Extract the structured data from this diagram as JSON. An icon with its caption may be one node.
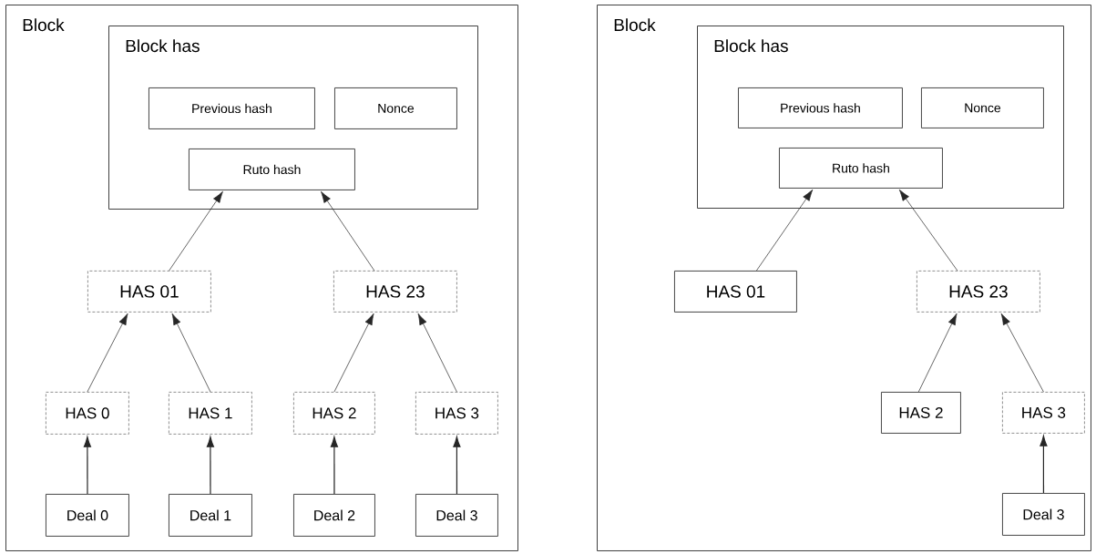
{
  "diagram": {
    "nodes": [
      {
        "text": [
          "Block"
        ]
      },
      {
        "text": [
          "Block has"
        ],
        "in": 0
      },
      {
        "text": [
          "Previous hash"
        ],
        "in": 1
      },
      {
        "text": [
          "Nonce"
        ],
        "in": 1
      },
      {
        "text": [
          "Ruto hash"
        ],
        "in": 1
      },
      {
        "text": [
          "HAS 01"
        ],
        "in": 0
      },
      {
        "text": [
          "HAS 23"
        ],
        "in": 0
      },
      {
        "text": [
          "HAS 0"
        ],
        "in": 0
      },
      {
        "text": [
          "HAS 1"
        ],
        "in": 0
      },
      {
        "text": [
          "HAS 2"
        ],
        "in": 0
      },
      {
        "text": [
          "HAS 3"
        ],
        "in": 0
      },
      {
        "text": [
          "Deal 0"
        ],
        "in": 0
      },
      {
        "text": [
          "Deal 1"
        ],
        "in": 0
      },
      {
        "text": [
          "Deal 2"
        ],
        "in": 0
      },
      {
        "text": [
          "Deal 3"
        ],
        "in": 0
      },
      {
        "text": [
          "Block"
        ]
      },
      {
        "text": [
          "Block has"
        ],
        "in": 15
      },
      {
        "text": [
          "Previous hash"
        ],
        "in": 16
      },
      {
        "text": [
          "Nonce"
        ],
        "in": 16
      },
      {
        "text": [
          "Ruto hash"
        ],
        "in": 16
      },
      {
        "text": [
          "HAS 01"
        ],
        "in": 15
      },
      {
        "text": [
          "HAS 23"
        ],
        "in": 15
      },
      {
        "text": [
          "HAS 2"
        ],
        "in": 15
      },
      {
        "text": [
          "HAS 3"
        ],
        "in": 15
      },
      {
        "text": [
          "Deal 3"
        ],
        "in": 15
      }
    ],
    "edges": [
      {
        "from": 5,
        "to": 4,
        "arrow": "to"
      },
      {
        "from": 6,
        "to": 4,
        "arrow": "to"
      },
      {
        "from": 7,
        "to": 5,
        "arrow": "to"
      },
      {
        "from": 8,
        "to": 5,
        "arrow": "to"
      },
      {
        "from": 9,
        "to": 6,
        "arrow": "to"
      },
      {
        "from": 10,
        "to": 6,
        "arrow": "to"
      },
      {
        "from": 11,
        "to": 7,
        "arrow": "to"
      },
      {
        "from": 12,
        "to": 8,
        "arrow": "to"
      },
      {
        "from": 13,
        "to": 9,
        "arrow": "to"
      },
      {
        "from": 14,
        "to": 10,
        "arrow": "to"
      },
      {
        "from": 20,
        "to": 19,
        "arrow": "to"
      },
      {
        "from": 21,
        "to": 19,
        "arrow": "to"
      },
      {
        "from": 22,
        "to": 21,
        "arrow": "to"
      },
      {
        "from": 23,
        "to": 21,
        "arrow": "to"
      },
      {
        "from": 24,
        "to": 23,
        "arrow": "to"
      }
    ]
  }
}
